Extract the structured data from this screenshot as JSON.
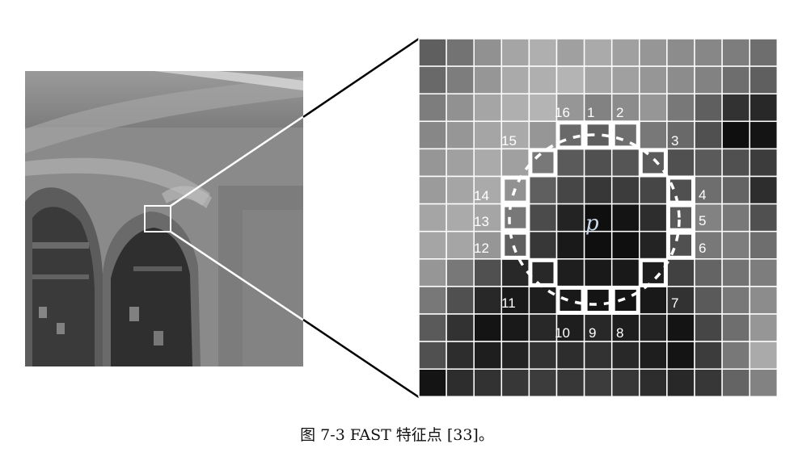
{
  "caption": "图 7-3   FAST 特征点 [33]。",
  "center_label": "p",
  "circle_labels": [
    "1",
    "2",
    "3",
    "4",
    "5",
    "6",
    "7",
    "8",
    "9",
    "10",
    "11",
    "12",
    "13",
    "14",
    "15",
    "16"
  ],
  "pixel_grid": [
    [
      95,
      115,
      145,
      165,
      175,
      160,
      170,
      160,
      150,
      140,
      135,
      125,
      110
    ],
    [
      105,
      125,
      150,
      170,
      175,
      180,
      165,
      160,
      150,
      140,
      130,
      110,
      95
    ],
    [
      125,
      145,
      165,
      175,
      180,
      150,
      130,
      140,
      150,
      120,
      95,
      50,
      40
    ],
    [
      135,
      150,
      165,
      170,
      150,
      105,
      95,
      110,
      120,
      105,
      80,
      15,
      20
    ],
    [
      150,
      160,
      170,
      160,
      120,
      90,
      80,
      85,
      90,
      80,
      90,
      80,
      60
    ],
    [
      155,
      165,
      170,
      145,
      95,
      70,
      55,
      60,
      70,
      80,
      110,
      100,
      45
    ],
    [
      165,
      170,
      165,
      120,
      75,
      35,
      15,
      20,
      45,
      90,
      130,
      120,
      80
    ],
    [
      165,
      165,
      150,
      95,
      55,
      25,
      15,
      15,
      35,
      80,
      120,
      125,
      110
    ],
    [
      150,
      120,
      80,
      40,
      40,
      30,
      25,
      25,
      30,
      65,
      100,
      115,
      125
    ],
    [
      120,
      80,
      40,
      25,
      30,
      25,
      20,
      20,
      25,
      50,
      90,
      120,
      140
    ],
    [
      90,
      50,
      20,
      25,
      40,
      30,
      40,
      30,
      35,
      20,
      70,
      110,
      150
    ],
    [
      80,
      45,
      30,
      35,
      50,
      45,
      50,
      40,
      30,
      20,
      60,
      120,
      170
    ],
    [
      20,
      45,
      50,
      55,
      60,
      55,
      60,
      55,
      45,
      40,
      55,
      100,
      130
    ]
  ],
  "colors": {
    "grid_line": "#ffffff",
    "ring": "#ffffff",
    "connector": "#000000"
  }
}
